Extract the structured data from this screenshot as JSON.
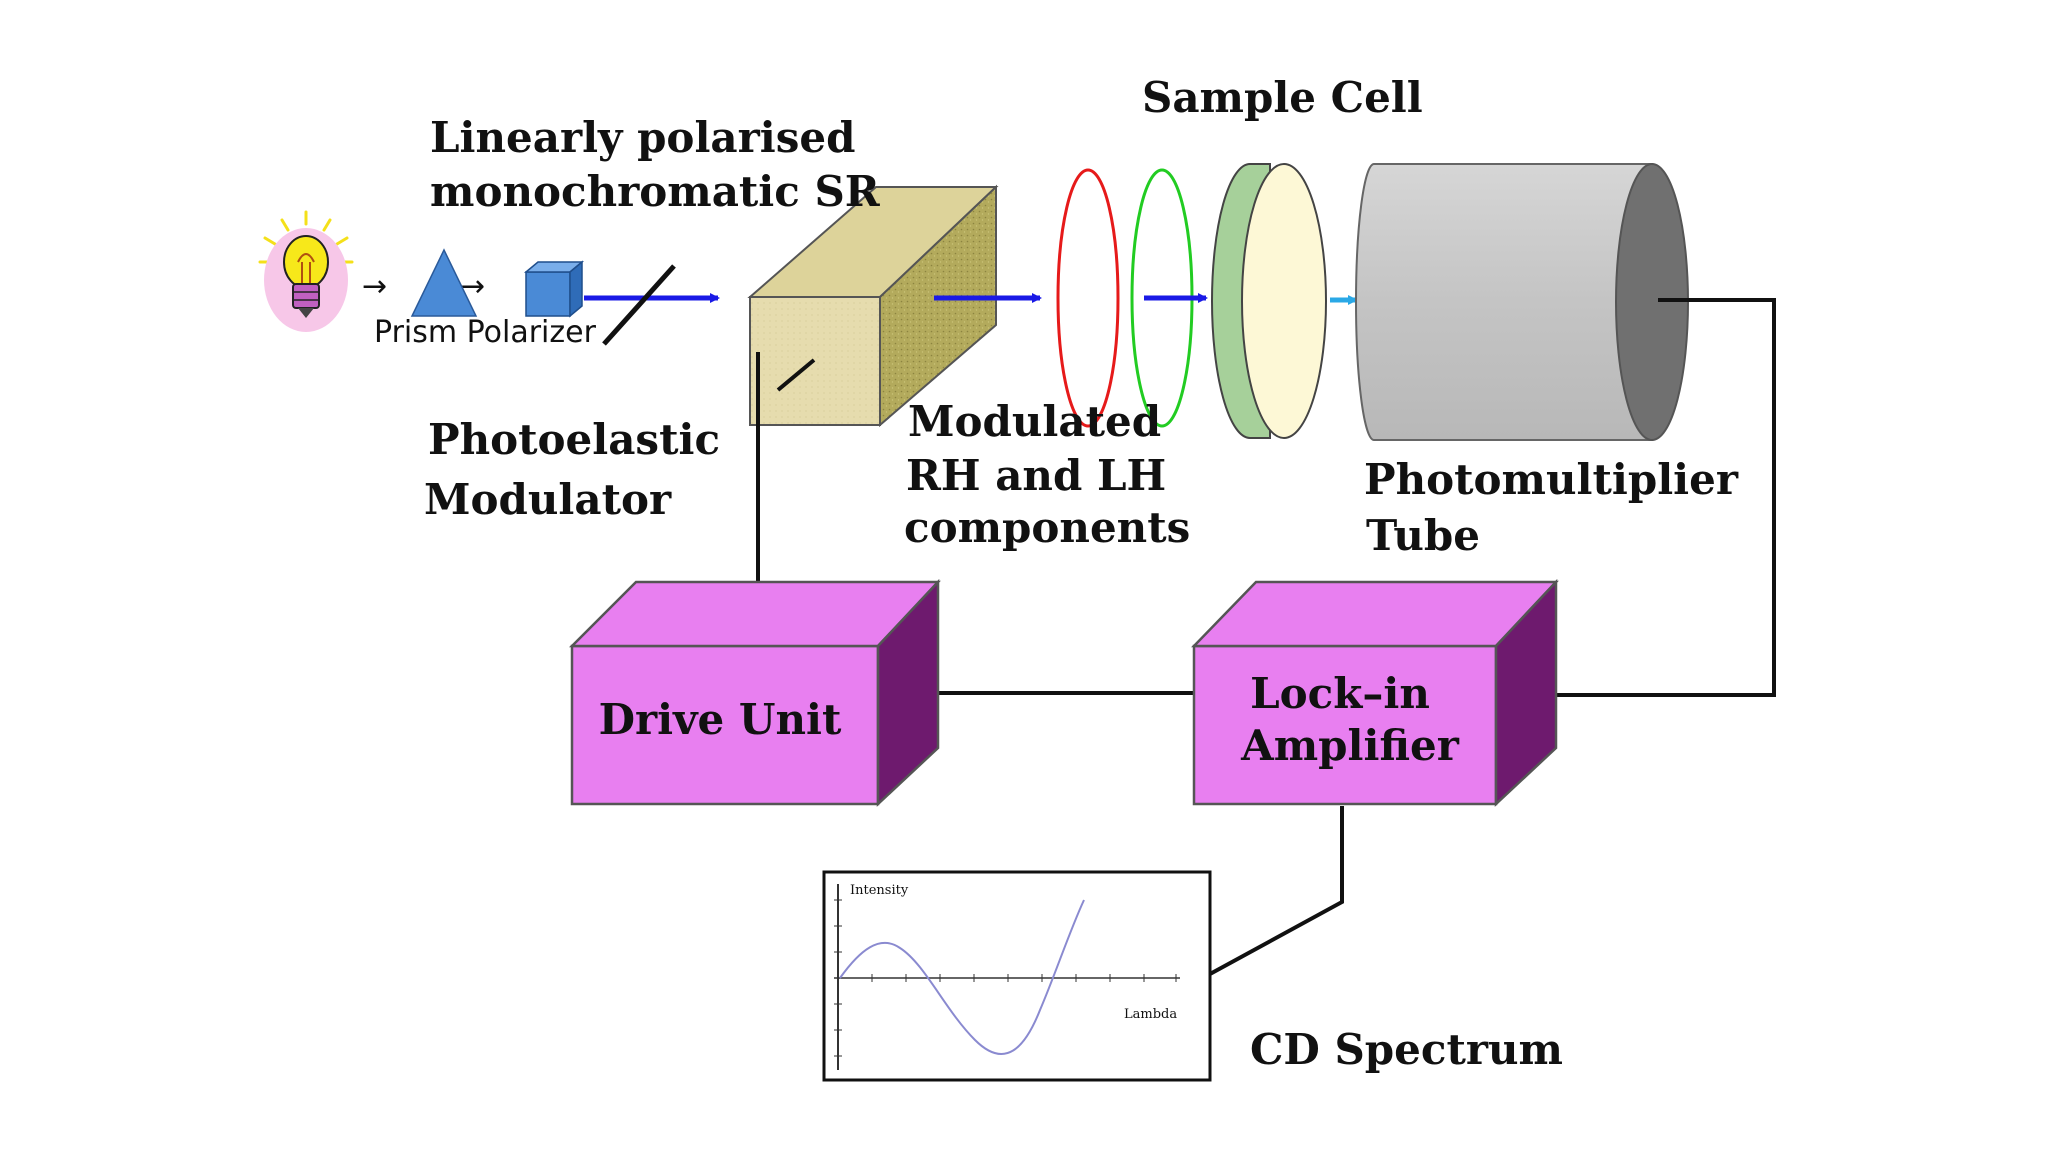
{
  "labels": {
    "linearly_line1": "Linearly polarised",
    "linearly_line2": "monochromatic SR",
    "sample_cell": "Sample Cell",
    "prism_polarizer": "Prism Polarizer",
    "photoelastic_line1": "Photoelastic",
    "photoelastic_line2": "Modulator",
    "modulated_line1": "Modulated",
    "modulated_line2": "RH and LH",
    "modulated_line3": "components",
    "pmt_line1": "Photomultiplier",
    "pmt_line2": "Tube",
    "drive_unit": "Drive Unit",
    "lockin_line1": "Lock–in",
    "lockin_line2": "Amplifier",
    "cd_spectrum": "CD Spectrum",
    "graph_y": "Intensity",
    "graph_x": "Lambda",
    "arrow1": "→",
    "arrow2": "→"
  },
  "colors": {
    "beam": "#1a1ae6",
    "beam_light": "#2aa8e6",
    "box_magenta": "#e87ff0",
    "box_side": "#6e1a6e",
    "pem_front": "#e6dcae",
    "pem_side": "#b3aa5c",
    "ring_red": "#e61a1a",
    "ring_green": "#22cc22",
    "cell_green": "#a6d09a",
    "cell_face": "#fdf8d6",
    "pmt_gray": "#c8c8c8",
    "pmt_end": "#6e6e6e",
    "prism": "#4a8ad6",
    "curve": "#8a8ad0"
  }
}
